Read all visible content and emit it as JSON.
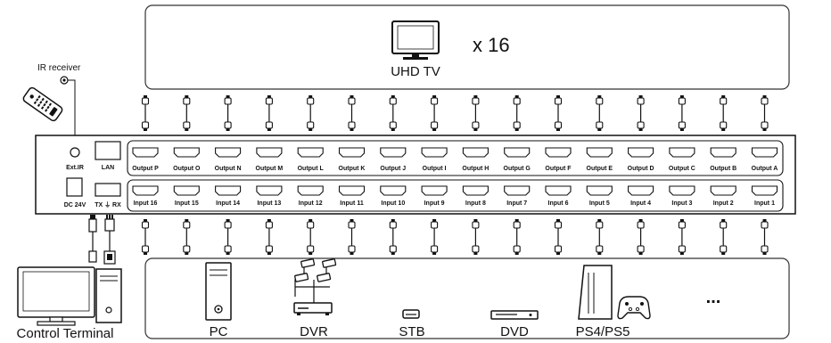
{
  "display": {
    "label": "UHD TV",
    "multiplier": "x 16",
    "icon": "tv-icon"
  },
  "ir": {
    "label": "IR receiver",
    "icon": "remote-control-icon"
  },
  "control": {
    "label": "Control Terminal",
    "icon": "computer-icon"
  },
  "matrix": {
    "ext_ir_label": "Ext.IR",
    "lan_label": "LAN",
    "dc_label": "DC  24V",
    "serial_label": "TX ⏚ RX",
    "outputs": [
      "Output P",
      "Output O",
      "Output N",
      "Output M",
      "Output L",
      "Output K",
      "Output J",
      "Output I",
      "Output H",
      "Output G",
      "Output F",
      "Output E",
      "Output D",
      "Output C",
      "Output B",
      "Output A"
    ],
    "inputs": [
      "Input 16",
      "Input 15",
      "Input 14",
      "Input 13",
      "Input 12",
      "Input 11",
      "Input 10",
      "Input 9",
      "Input 8",
      "Input 7",
      "Input 6",
      "Input 5",
      "Input 4",
      "Input 3",
      "Input 2",
      "Input 1"
    ]
  },
  "sources": [
    {
      "label": "PC",
      "icon": "pc-tower-icon"
    },
    {
      "label": "DVR",
      "icon": "dvr-cameras-icon"
    },
    {
      "label": "STB",
      "icon": "set-top-box-icon"
    },
    {
      "label": "DVD",
      "icon": "dvd-player-icon"
    },
    {
      "label": "PS4/PS5",
      "icon": "game-console-icon"
    },
    {
      "label": "...",
      "icon": "more-icon"
    }
  ]
}
